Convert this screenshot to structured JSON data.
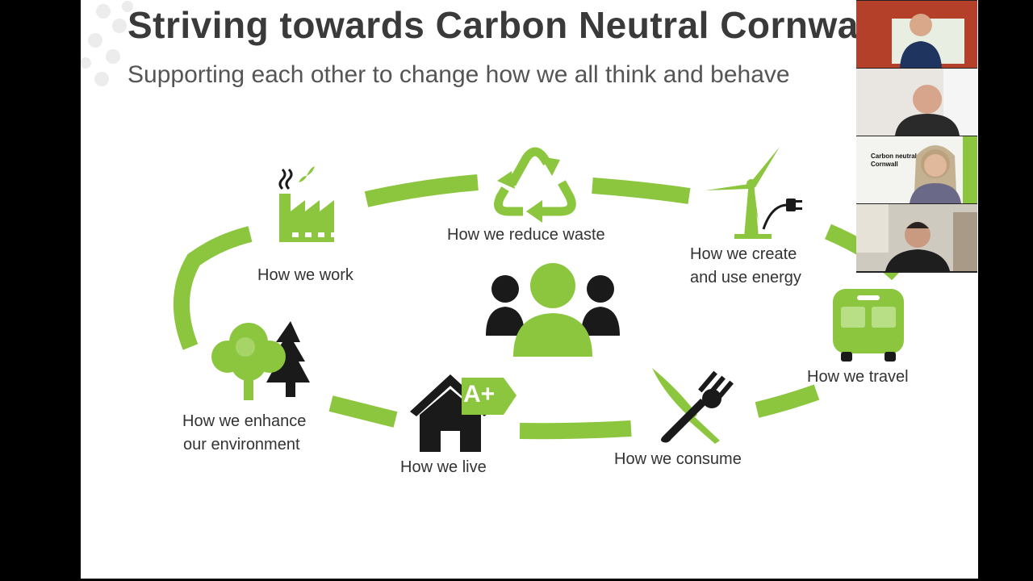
{
  "slide": {
    "title": "Striving towards Carbon Neutral Cornwa",
    "subtitle": "Supporting each other to change how we all think and behave",
    "colors": {
      "green": "#8cc63f",
      "dark": "#1a1a1a",
      "text": "#333333"
    },
    "nodes": [
      {
        "id": "work",
        "lines": [
          "How we work"
        ],
        "icon": "factory-icon"
      },
      {
        "id": "waste",
        "lines": [
          "How we reduce waste"
        ],
        "icon": "recycle-icon"
      },
      {
        "id": "energy",
        "lines": [
          "How we create",
          "and use energy"
        ],
        "icon": "wind-turbine-plug-icon"
      },
      {
        "id": "travel",
        "lines": [
          "How we travel"
        ],
        "icon": "bus-icon"
      },
      {
        "id": "consume",
        "lines": [
          "How we consume"
        ],
        "icon": "knife-fork-icon"
      },
      {
        "id": "live",
        "lines": [
          "How we live"
        ],
        "icon": "house-energy-rating-icon",
        "badge": "A+"
      },
      {
        "id": "environment",
        "lines": [
          "How we enhance",
          "our environment"
        ],
        "icon": "trees-icon"
      }
    ],
    "center_icon": "people-group-icon"
  },
  "video_participants": {
    "tile3_banner": [
      "Carbon neutral",
      "Cornwall"
    ]
  }
}
